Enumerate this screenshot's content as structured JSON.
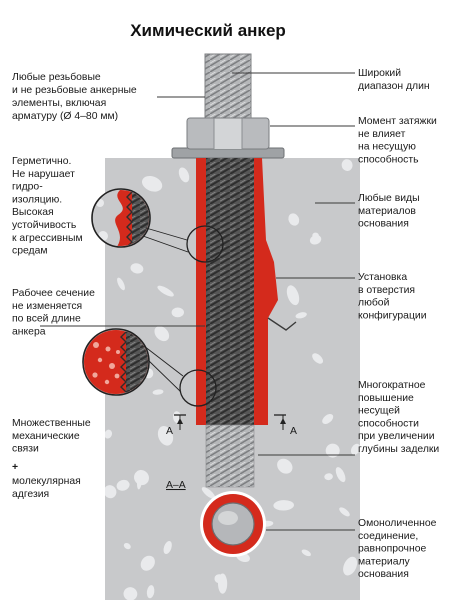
{
  "title": "Химический анкер",
  "labels": {
    "threaded_elements": [
      "Любые резьбовые",
      "и не резьбовые анкерные",
      "элементы, включая",
      "арматуру (Ø 4–80 мм)"
    ],
    "sealed": [
      "Герметично.",
      "Не нарушает",
      "гидро-",
      "изоляцию.",
      "Высокая",
      "устойчивость",
      "к агрессивным",
      "средам"
    ],
    "working_section": [
      "Рабочее сечение",
      "не изменяется",
      "по всей длине",
      "анкера"
    ],
    "mechanical_bonds": [
      "Множественные",
      "механические",
      "связи"
    ],
    "plus_sign": "+",
    "adhesion": [
      "молекулярная",
      "адгезия"
    ],
    "length_range": [
      "Широкий",
      "диапазон длин"
    ],
    "torque": [
      "Момент затяжки",
      "не влияет",
      "на несущую",
      "способность"
    ],
    "base_materials": [
      "Любые виды",
      "материалов",
      "основания"
    ],
    "hole_config": [
      "Установка",
      "в отверстия",
      "любой",
      "конфигурации"
    ],
    "load_increase": [
      "Многократное",
      "повышение",
      "несущей",
      "способности",
      "при увеличении",
      "глубины заделки"
    ],
    "monolithic": [
      "Омоноличенное",
      "соединение,",
      "равнопрочное",
      "материалу",
      "основания"
    ]
  },
  "section_marks": {
    "left": "A",
    "right": "A",
    "section": "A–A"
  },
  "colors": {
    "concrete": "#c8c9cb",
    "stone": "#e9eaec",
    "resin": "#d42a1c",
    "rod": "#5a5a5a",
    "steel": "#b9bbbe",
    "leader": "#3a3a3a"
  }
}
